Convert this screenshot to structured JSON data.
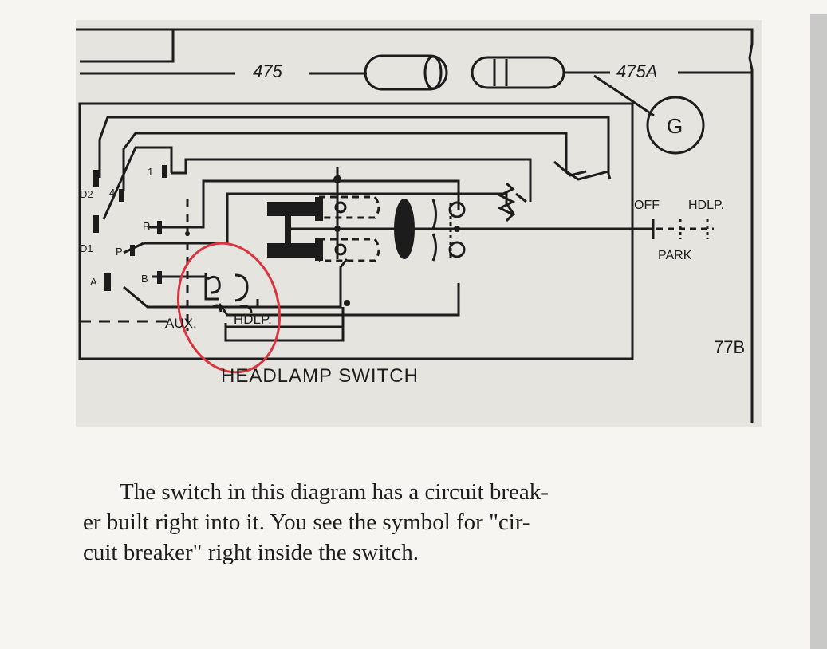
{
  "figure": {
    "wire_labels": {
      "left": "475",
      "right": "475A"
    },
    "ground_symbol": "G",
    "switch_title": "HEADLAMP SWITCH",
    "figure_number": "77B",
    "terminals": {
      "d2": "D2",
      "four": "4",
      "one": "1",
      "d1": "D1",
      "r": "R",
      "p": "P",
      "a": "A",
      "b": "B"
    },
    "inner_labels": {
      "aux": "AUX.",
      "hdlp": "HDLP."
    },
    "position_labels": {
      "off": "OFF",
      "hdlp": "HDLP.",
      "park": "PARK"
    },
    "annotation": {
      "shape": "ellipse",
      "color": "#d9343f"
    }
  },
  "caption": {
    "lines": [
      "The switch in this diagram has a circuit break-",
      "er built right into it. You see the symbol for \"cir-",
      "cuit breaker\" right inside the switch."
    ]
  },
  "colors": {
    "page": "#f7f5f1",
    "figure_bg": "#e6e4df",
    "ink": "#1c1c1c",
    "gutter": "#c9c9c7"
  }
}
